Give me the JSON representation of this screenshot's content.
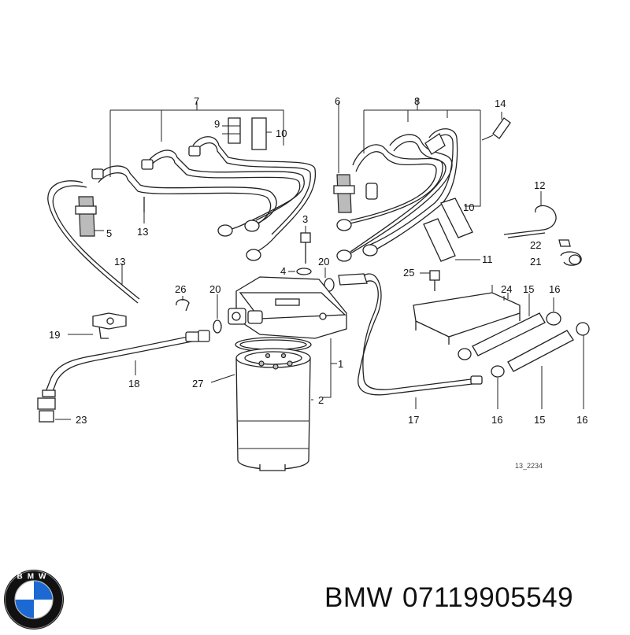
{
  "diagram": {
    "labels": [
      "7",
      "9",
      "10",
      "6",
      "8",
      "14",
      "5",
      "13",
      "3",
      "12",
      "13",
      "4",
      "20",
      "10",
      "22",
      "21",
      "11",
      "25",
      "26",
      "20",
      "19",
      "1",
      "24",
      "15",
      "16",
      "18",
      "27",
      "2",
      "17",
      "16",
      "15",
      "16",
      "23"
    ],
    "reference_code": "13_2234"
  },
  "footer": {
    "brand": "BMW",
    "part_number": "07119905549",
    "logo_text": "BMW"
  },
  "colors": {
    "line": "#222222",
    "logo_blue": "#1c69d4",
    "logo_ring": "#111111"
  }
}
